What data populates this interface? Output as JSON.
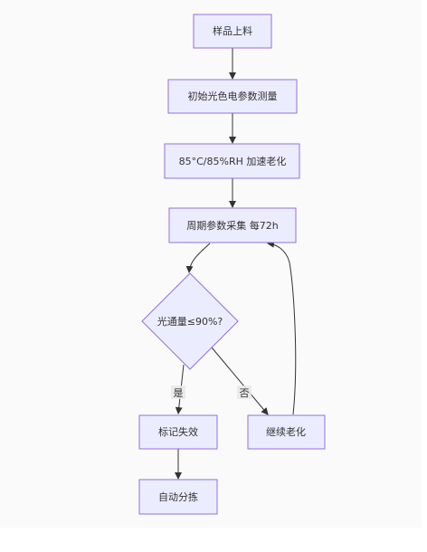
{
  "nodes": {
    "sample_loading": "样品上料",
    "initial_measure": "初始光色电参数测量",
    "accelerated_aging": "85°C/85%RH 加速老化",
    "periodic_sampling": "周期参数采集 每72h",
    "flux_decision": "光通量≤90%?",
    "mark_failure": "标记失效",
    "continue_aging": "继续老化",
    "auto_sorting": "自动分拣"
  },
  "edges": {
    "yes_label": "是",
    "no_label": "否"
  },
  "colors": {
    "node_fill": "#ececff",
    "node_stroke": "#9370db",
    "edge": "#333333",
    "background": "#fafafa"
  }
}
